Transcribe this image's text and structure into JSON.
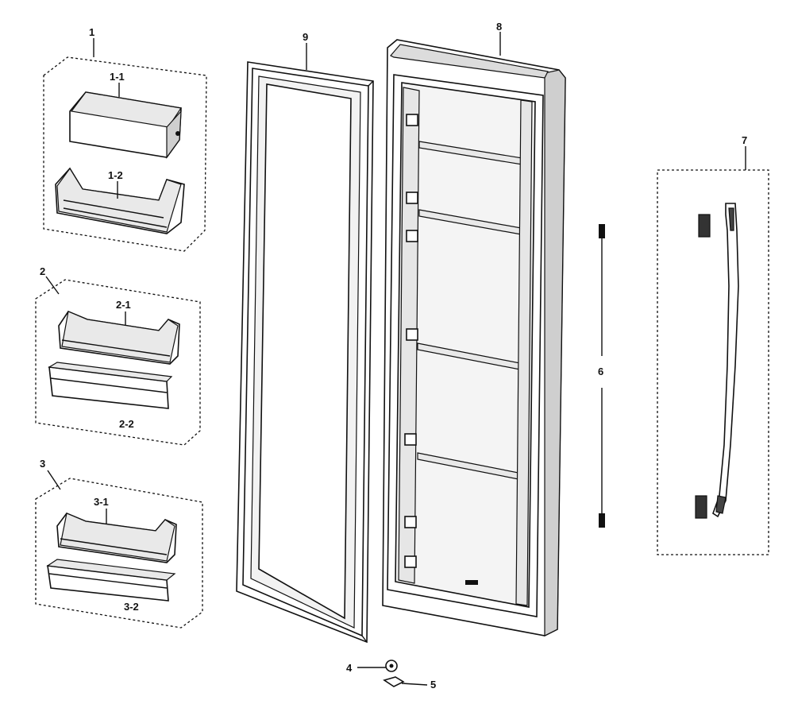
{
  "labels": {
    "l1": "1",
    "l1_1": "1-1",
    "l1_2": "1-2",
    "l2": "2",
    "l2_1": "2-1",
    "l2_2": "2-2",
    "l3": "3",
    "l3_1": "3-1",
    "l3_2": "3-2",
    "l4": "4",
    "l5": "5",
    "l6": "6",
    "l7": "7",
    "l8": "8",
    "l9": "9"
  }
}
